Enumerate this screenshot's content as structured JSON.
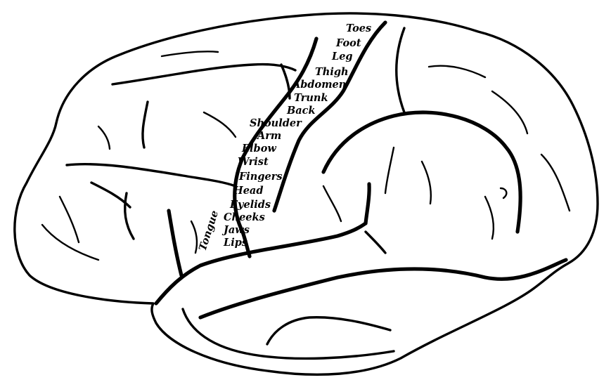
{
  "colors": {
    "ink": "#000000",
    "background": "#ffffff"
  },
  "labels": {
    "toes": "Toes",
    "foot": "Foot",
    "leg": "Leg",
    "thigh": "Thigh",
    "abdomen": "Abdomen",
    "trunk": "Trunk",
    "back": "Back",
    "shoulder": "Shoulder",
    "arm": "Arm",
    "elbow": "Elbow",
    "wrist": "Wrist",
    "fingers": "Fingers",
    "head": "Head",
    "eyelids": "Eyelids",
    "cheeks": "Cheeks",
    "jaws": "Jaws",
    "lips": "Lips",
    "tongue": "Tongue"
  }
}
